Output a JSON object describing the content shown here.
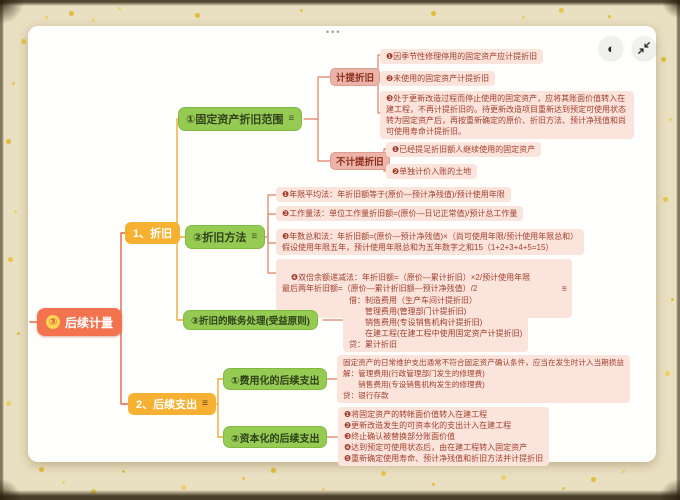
{
  "window": {
    "more_dots": "•••",
    "controls": {
      "contrast_glyph": "◐",
      "collapse_icon_name": "collapse-arrows"
    }
  },
  "colors": {
    "background": "#e9dfc1",
    "canvas": "#fefefd",
    "root_bg": "#f2734e",
    "branch_bg": "#f6b133",
    "topic_bg": "#95cb53",
    "subtopic_bg": "#ecb4a9",
    "leaf_bg": "#fbe4dc",
    "leaf_text": "#a1402e",
    "connector": "#de7f5f"
  },
  "mindmap": {
    "root": {
      "badge": "③",
      "label": "后续计量"
    },
    "branches": [
      {
        "label": "1、折旧",
        "children": [
          {
            "label": "①固定资产折旧范围",
            "notes_icon": "≡",
            "children": [
              {
                "label": "计提折旧",
                "leaves": [
                  "❶因季节性修理停用的固定资产应计提折旧",
                  "❷未使用的固定资产计提折旧",
                  "❸处于更新改造过程而停止使用的固定资产，应将其账面价值转入在建工程，不再计提折旧的。待更新改造项目重新达到预定可使用状态转为固定资产后，再按重新确定的原价、折旧方法、预计净残值和尚可使用寿命计提折旧。"
                ]
              },
              {
                "label": "不计提折旧",
                "leaves": [
                  "❶已经提足折旧额人继续使用的固定资产",
                  "❷单独计价入账的土地"
                ]
              }
            ]
          },
          {
            "label": "②折旧方法",
            "notes_icon": "≡",
            "leaf_notes_icon": "≡",
            "leaves": [
              "❶年限平均法：年折旧额等于(原价—预计净残值)/预计使用年限",
              "❷工作量法：单位工作量折旧额=(原价—日记正常值)/预计总工作量",
              "❸年数总和法：年折旧额=(原价—预计净残值)×（尚可使用年限/预计使用年限总和）\n假设使用年限五年，预计使用年限总和为五年数字之和15（1+2+3+4+5=15）",
              "❹双倍余额递减法：年折旧额=（原价—累计折旧）×2/预计使用年限\n最后两年折旧额=（原价—累计折旧额—预计净残值）/2"
            ]
          },
          {
            "label": "③折旧的账务处理(受益原则)",
            "leaves": [
              "借：制造费用（生产车间计提折旧）\n　　管理费用(管理部门计提折旧)\n　　销售费用(专设销售机构计提折旧)\n　　在建工程(在建工程中使用固定资产计提折旧)\n贷：累计折旧"
            ]
          }
        ]
      },
      {
        "label": "2、后续支出",
        "notes_icon": "≡",
        "children": [
          {
            "label": "①费用化的后续支出",
            "leaves": [
              "固定资产的日常维护支出通常不符合固定资产确认条件，应当在发生时计入当期损益\n解：管理费用(行政管理部门发生的修理费)\n　　销售费用(专设销售机构发生的修理费)\n贷：银行存款"
            ]
          },
          {
            "label": "②资本化的后续支出",
            "leaves": [
              "❶将固定资产的转帐面价值转入在建工程\n❷更新改造发生的可资本化的支出计入在建工程\n❸终止确认被替换部分账面价值\n❹达到预定可使用状态后，由在建工程转入固定资产\n❺重新确定使用寿命、预计净残值和折旧方法并计提折旧"
            ]
          }
        ]
      }
    ]
  }
}
